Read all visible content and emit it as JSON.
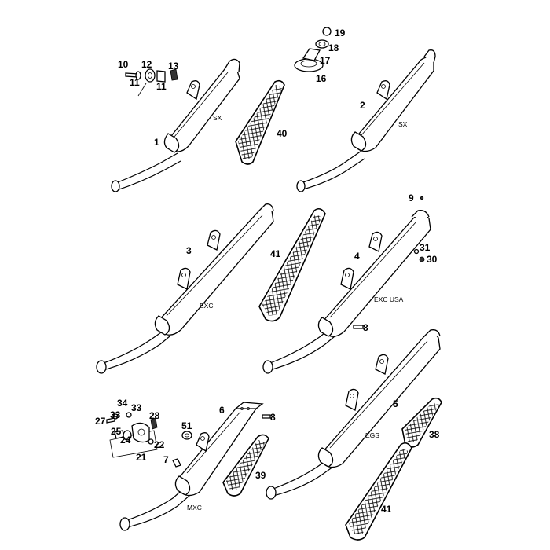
{
  "part_numbers": [
    "1",
    "2",
    "3",
    "4",
    "5",
    "6",
    "7",
    "8",
    "8",
    "9",
    "10",
    "11",
    "11",
    "12",
    "13",
    "16",
    "17",
    "18",
    "19",
    "21",
    "22",
    "24",
    "25",
    "27",
    "28",
    "30",
    "31",
    "33",
    "33",
    "34",
    "38",
    "39",
    "40",
    "41",
    "41",
    "51"
  ],
  "variants": [
    "SX",
    "SX",
    "EXC",
    "EXC USA",
    "EGS",
    "MXC"
  ]
}
